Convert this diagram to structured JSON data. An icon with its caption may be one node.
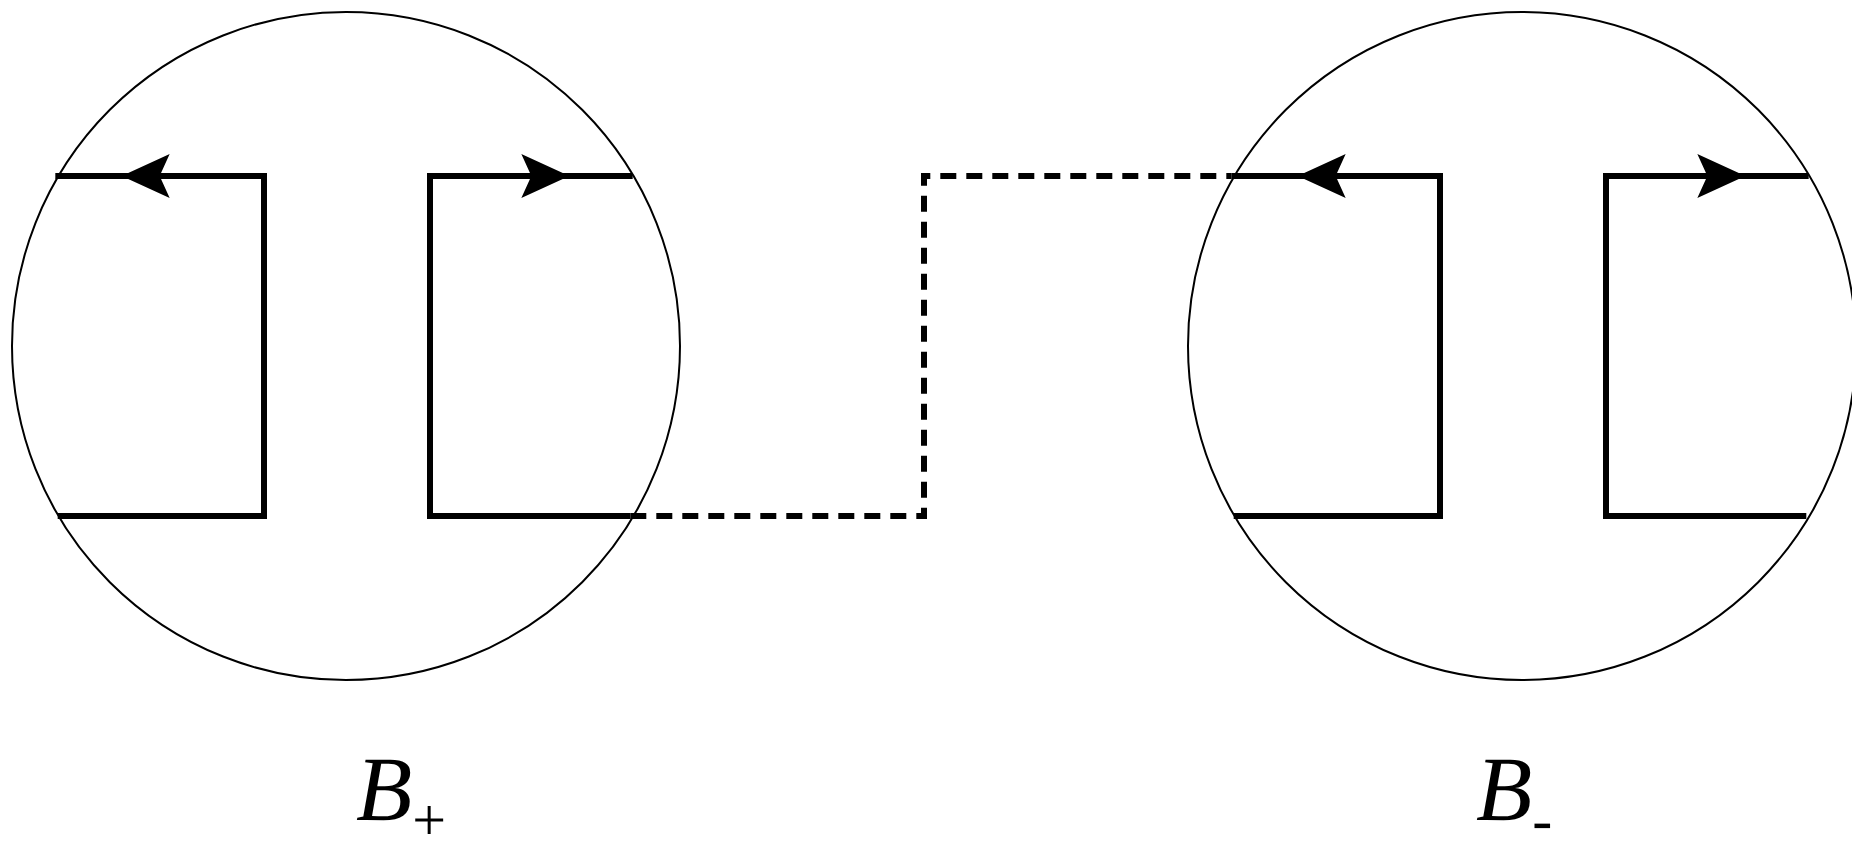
{
  "diagram": {
    "nodes": [
      {
        "text": [
          "B$_{+}$"
        ]
      },
      {
        "text": [
          "B$_{-}$"
        ]
      }
    ],
    "edges": [
      {
        "from": 0,
        "to": 1,
        "arrow": "none",
        "style": "dashed"
      }
    ]
  }
}
